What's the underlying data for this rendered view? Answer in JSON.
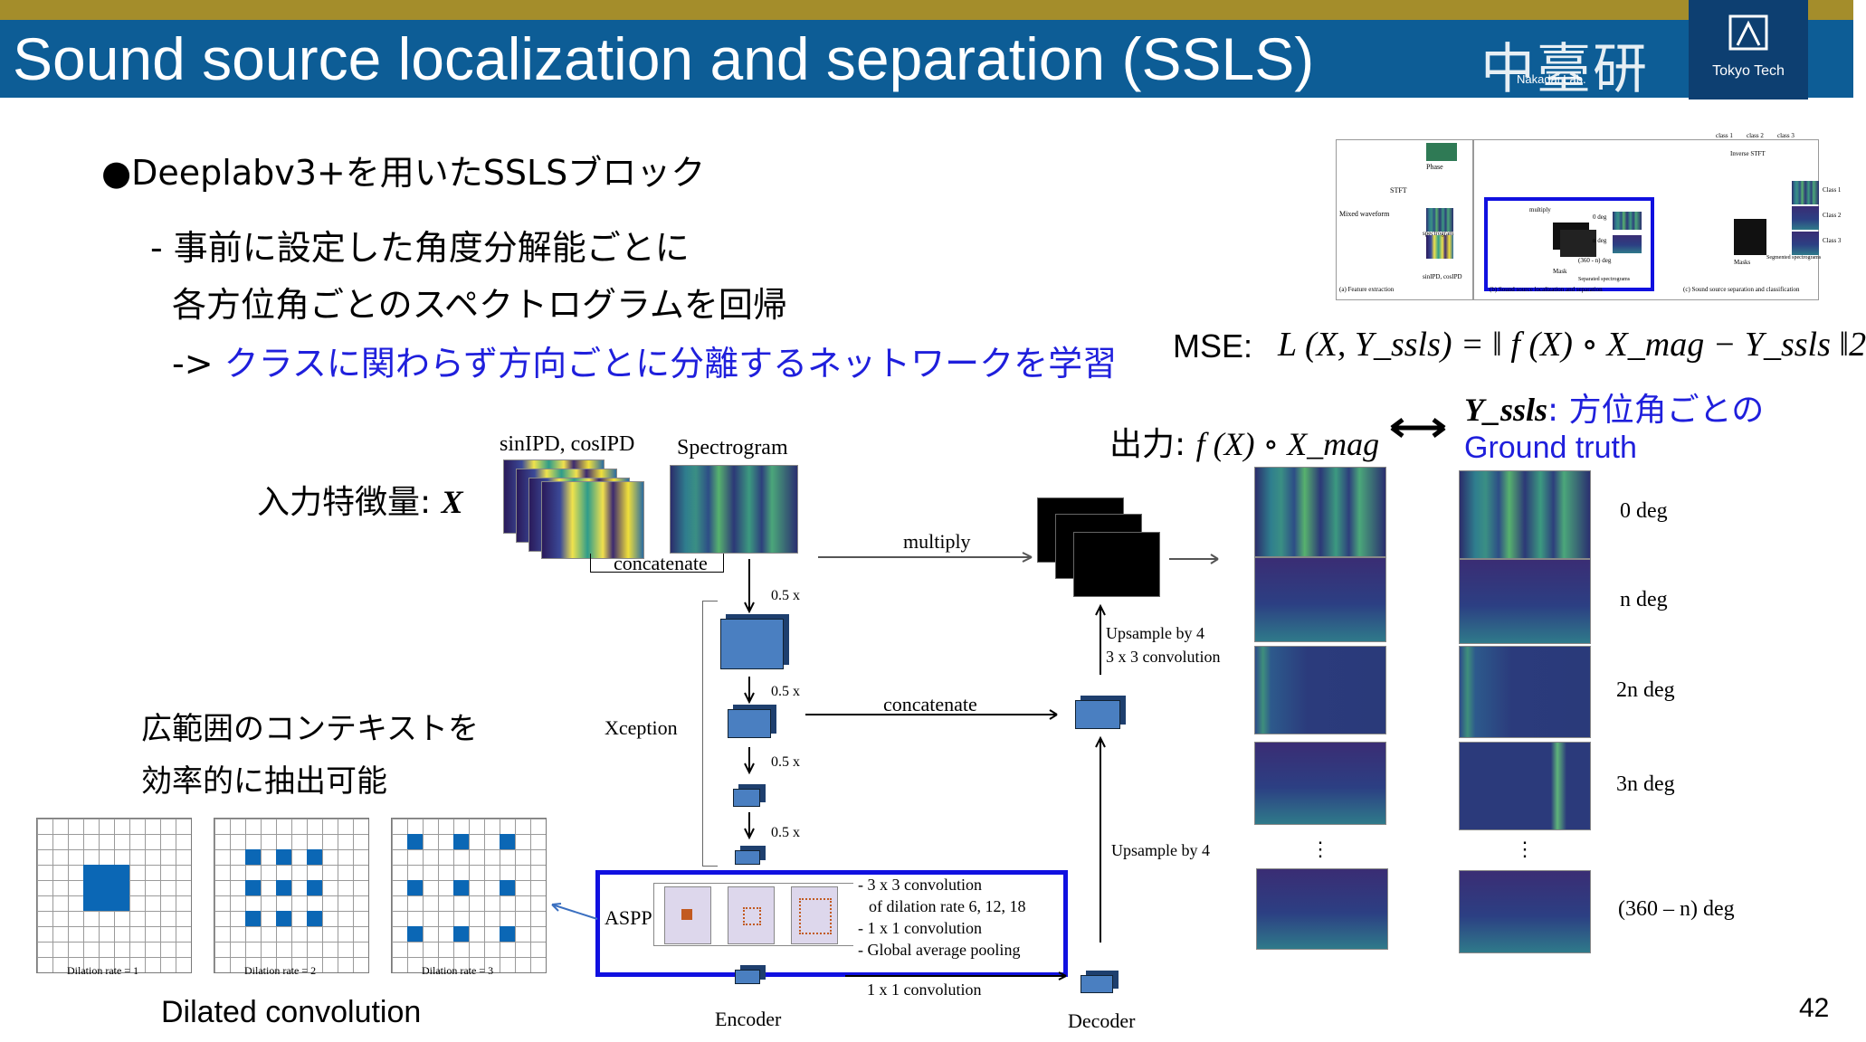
{
  "title": "Sound source localization and separation (SSLS)",
  "logo": {
    "kanji": "中臺研",
    "lab": "Nakadai Lab.",
    "university": "Tokyo Tech"
  },
  "bullets": {
    "heading": "●Deeplabv3+を用いたSSLSブロック",
    "line1": "- 事前に設定した角度分解能ごとに",
    "line2": "各方位角ごとのスペクトログラムを回帰",
    "line3_prefix": "-> ",
    "line3_highlight": "クラスに関わらず方向ごとに分離するネットワークを学習"
  },
  "equation": {
    "mse_label": "MSE:",
    "formula": "L (X, Y_ssls) = ‖ f (X) ∘ X_mag − Y_ssls ‖2"
  },
  "output_label": {
    "prefix": "出力: ",
    "formula": "f (X) ∘ X_mag"
  },
  "gt_label": {
    "symbol": "Y_ssls",
    "suffix": ": 方位角ごとの",
    "line2": "Ground truth"
  },
  "input_label": {
    "text": "入力特徴量: ",
    "symbol": "X"
  },
  "diagram": {
    "sinipd": "sinIPD, cosIPD",
    "spectrogram": "Spectrogram",
    "concatenate_top": "concatenate",
    "multiply": "multiply",
    "xception": "Xception",
    "scales": [
      "0.5 x",
      "0.5 x",
      "0.5 x",
      "0.5 x"
    ],
    "concatenate_mid": "concatenate",
    "upsample1": "Upsample by 4",
    "conv3": "3 x 3 convolution",
    "upsample2": "Upsample by 4",
    "aspp": "ASPP",
    "aspp_notes": [
      "- 3 x 3 convolution",
      "of dilation rate 6, 12, 18",
      "- 1 x 1 convolution",
      "- Global average pooling"
    ],
    "conv1": "1 x 1 convolution",
    "encoder": "Encoder",
    "decoder": "Decoder"
  },
  "degrees": [
    "0 deg",
    "n deg",
    "2n deg",
    "3n deg",
    "(360 – n) deg"
  ],
  "vdots": "⋮",
  "context": {
    "line1": "広範囲のコンテキストを",
    "line2": "効率的に抽出可能"
  },
  "dilation": {
    "rates": [
      "Dilation rate = 1",
      "Dilation rate = 2",
      "Dilation rate = 3"
    ],
    "caption": "Dilated convolution"
  },
  "thumbnail": {
    "labels": [
      "Phase",
      "STFT",
      "Mixed waveform",
      "spectrogram",
      "sinIPD, cosIPD",
      "multiply",
      "Mask",
      "0 deg",
      "n deg",
      "(360 - n) deg",
      "Separated spectrograms",
      "Masks",
      "Segmented spectrograms",
      "class 1",
      "class 2",
      "class 3",
      "Class 1",
      "Class 2",
      "Class 3",
      "Inverse STFT",
      "(a) Feature extraction",
      "(b) Sound source localization and separation",
      "(c) Sound source separation and classification"
    ]
  },
  "page_number": "42",
  "colors": {
    "header": "#0d5d96",
    "top_bar": "#a48d2b",
    "highlight": "#1f1fdc",
    "cell": "#0b67b5"
  }
}
